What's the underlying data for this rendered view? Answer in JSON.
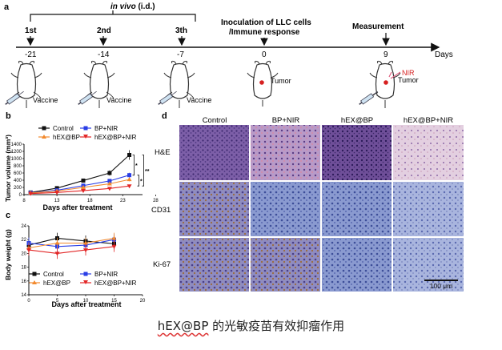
{
  "panel_a": {
    "letter": "a",
    "in_vivo": "in vivo",
    "route": " (i.d.)",
    "inoculation_line1": "Inoculation of LLC cells",
    "inoculation_line2": "/Immune response",
    "measurement": "Measurement",
    "doses": [
      "1st",
      "2nd",
      "3th"
    ],
    "days": [
      "-21",
      "-14",
      "-7",
      "0",
      "9"
    ],
    "axis_unit": "Days",
    "vaccine": "Vaccine",
    "tumor": "Tumor",
    "nir": "NIR"
  },
  "panel_b": {
    "letter": "b",
    "ylabel": "Tumor volume (mm³)",
    "xlabel": "Days after treatment",
    "legend": [
      "Control",
      "BP+NIR",
      "hEX@BP",
      "hEX@BP+NIR"
    ],
    "sig": [
      "*",
      "*",
      "**"
    ]
  },
  "panel_c": {
    "letter": "c",
    "ylabel": "Body weight (g)",
    "xlabel": "Days after treatment",
    "legend": [
      "Control",
      "BP+NIR",
      "hEX@BP",
      "hEX@BP+NIR"
    ]
  },
  "panel_d": {
    "letter": "d",
    "columns": [
      "Control",
      "BP+NIR",
      "hEX@BP",
      "hEX@BP+NIR"
    ],
    "rows": [
      "H&E",
      "CD31",
      "Ki-67"
    ],
    "scale_bar": "100 μm"
  },
  "caption": {
    "squiggled": "hEX@BP",
    "rest": " 的光敏疫苗有效抑瘤作用"
  },
  "colors": {
    "Control": "#111111",
    "BP+NIR": "#2a3ee6",
    "hEX@BP": "#f28a2e",
    "hEX@BP+NIR": "#e22626"
  },
  "chart_data": [
    {
      "type": "line",
      "title": "",
      "xlabel": "Days after treatment",
      "ylabel": "Tumor volume (mm³)",
      "xlim": [
        8,
        26
      ],
      "xticks": [
        8,
        13,
        18,
        23,
        28
      ],
      "ylim": [
        0,
        1400
      ],
      "yticks": [
        0,
        200,
        400,
        600,
        800,
        1000,
        1200,
        1400
      ],
      "grid": false,
      "legend_position": "top",
      "x": [
        9,
        13,
        17,
        21,
        24
      ],
      "series": [
        {
          "name": "Control",
          "values": [
            60,
            180,
            390,
            600,
            1100
          ]
        },
        {
          "name": "BP+NIR",
          "values": [
            50,
            120,
            250,
            380,
            540
          ]
        },
        {
          "name": "hEX@BP",
          "values": [
            45,
            100,
            200,
            300,
            420
          ]
        },
        {
          "name": "hEX@BP+NIR",
          "values": [
            30,
            60,
            110,
            170,
            240
          ]
        }
      ]
    },
    {
      "type": "line",
      "title": "",
      "xlabel": "Days after treatment",
      "ylabel": "Body weight (g)",
      "xlim": [
        0,
        20
      ],
      "xticks": [
        0,
        5,
        10,
        15,
        20
      ],
      "ylim": [
        14,
        24
      ],
      "yticks": [
        14,
        16,
        18,
        20,
        22,
        24
      ],
      "grid": false,
      "legend_position": "bottom",
      "x": [
        0,
        5,
        10,
        15
      ],
      "series": [
        {
          "name": "Control",
          "values": [
            21.2,
            22.2,
            21.8,
            21.4
          ]
        },
        {
          "name": "BP+NIR",
          "values": [
            21.5,
            21.0,
            21.2,
            22.0
          ]
        },
        {
          "name": "hEX@BP",
          "values": [
            20.8,
            21.5,
            21.5,
            22.2
          ]
        },
        {
          "name": "hEX@BP+NIR",
          "values": [
            20.5,
            20.0,
            20.5,
            21.0
          ]
        }
      ]
    }
  ]
}
